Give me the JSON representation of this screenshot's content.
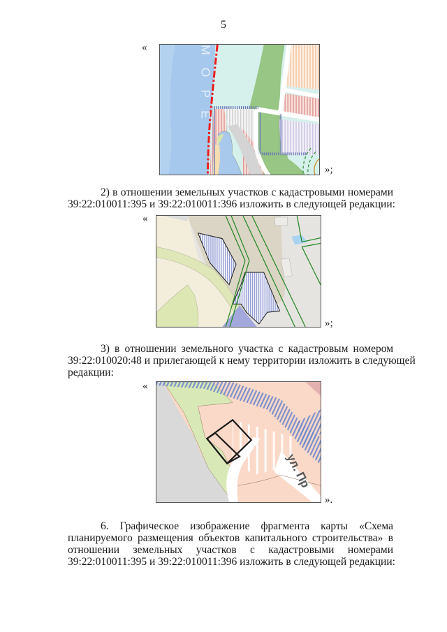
{
  "page": {
    "number": "5"
  },
  "quotes": {
    "open": "«",
    "close_semicolon": "»;",
    "close_period": "»."
  },
  "map1": {
    "label_letters": [
      "М",
      "О",
      "Р",
      "Е"
    ],
    "label_text": "МОРЕ",
    "colors": {
      "sea": "#a8cbee",
      "light_water": "#d8f1ee",
      "green": "#9cc98a",
      "red_boundary": "#ee1c1c",
      "hatch_pink": "#e7a8a4",
      "hatch_peach": "#f6d6bb",
      "hatch_lilac": "#d8d2ea",
      "road": "#ffffff",
      "hatch_blue_border": "#6977b8",
      "sand": "#f6dfb4"
    }
  },
  "para2": {
    "lines": [
      "2)  в отношении земельных участков с кадастровыми номерами",
      "39:22:010011:395 и 39:22:010011:396 изложить в следующей редакции:"
    ]
  },
  "map2": {
    "colors": {
      "cream": "#f3efdc",
      "beige": "#dcd6c6",
      "light_green": "#dde8b8",
      "grey": "#e4e3e0",
      "green_line": "#2b8a2b",
      "hatch_blue": "#8b97cf",
      "violet": "#a0a6dd",
      "water": "#a9d3f2"
    }
  },
  "para3": {
    "lines": [
      "3)  в отношении земельного участка с кадастровым номером",
      "39:22:010020:48 и прилегающей к нему территории изложить в следующей",
      "редакции:"
    ]
  },
  "map3": {
    "street_label": "ул. Пр",
    "colors": {
      "grey": "#d9d9d9",
      "peach": "#fbd8c6",
      "light_green": "#d9e8b8",
      "blue_hatch": "#6f88cc",
      "road": "#ffffff",
      "outline": "#1a1a1a",
      "pink_corner": "#e3b2b0"
    }
  },
  "para6": {
    "lines": [
      "6. Графическое изображение фрагмента карты «Схема",
      "планируемого размещения объектов капитального строительства» в",
      "отношении земельных участков с кадастровыми номерами",
      "39:22:010011:395 и 39:22:010011:396 изложить в следующей редакции:"
    ]
  }
}
